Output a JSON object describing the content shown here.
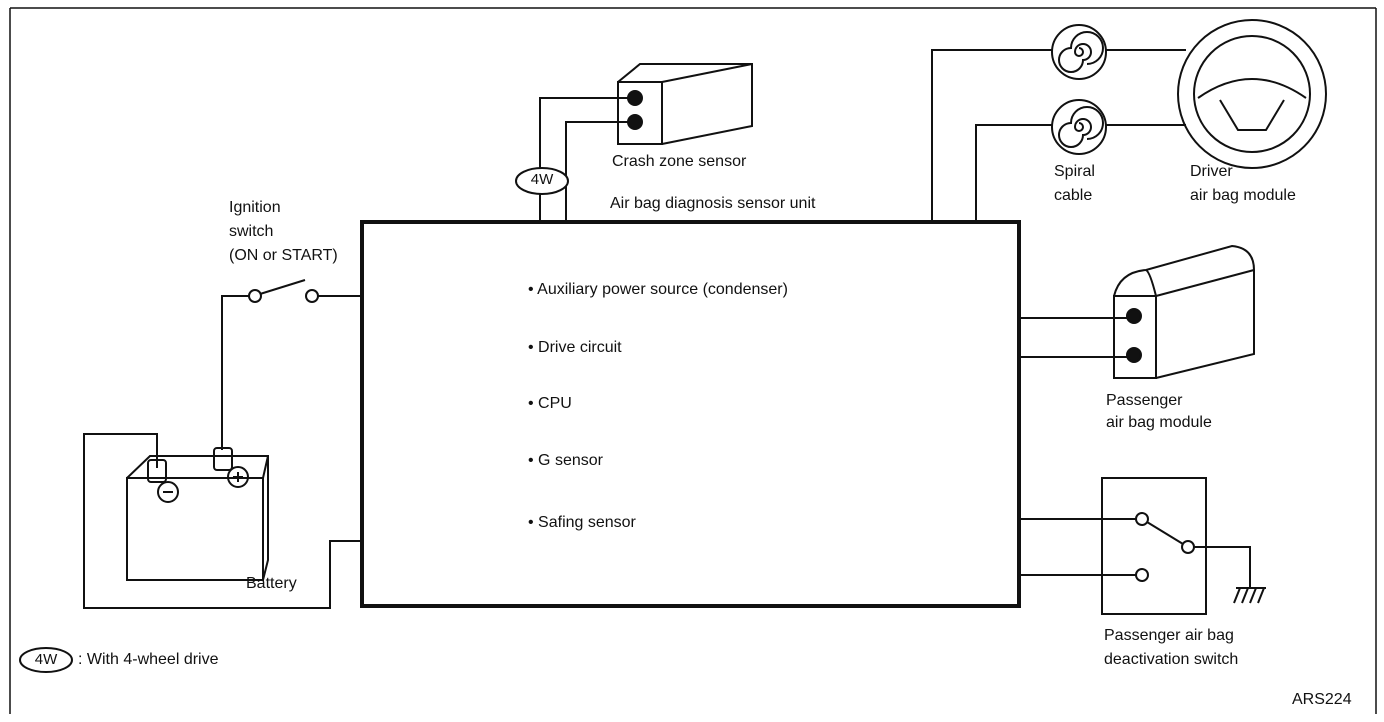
{
  "components": {
    "ignition_switch": [
      "Ignition",
      "switch",
      "(ON or START)"
    ],
    "battery": "Battery",
    "crash_zone_sensor": "Crash zone sensor",
    "four_wheel_tag": "4W",
    "diagnosis_unit": {
      "title": "Air bag diagnosis sensor unit",
      "features": [
        "• Auxiliary power source (condenser)",
        "• Drive circuit",
        "• CPU",
        "• G sensor",
        "• Safing sensor"
      ]
    },
    "spiral_cable": [
      "Spiral",
      "cable"
    ],
    "driver_air_bag_module": [
      "Driver",
      "air bag module"
    ],
    "passenger_air_bag_module": [
      "Passenger",
      "air bag module"
    ],
    "passenger_deactivation_switch": [
      "Passenger air bag",
      "deactivation switch"
    ]
  },
  "legend": {
    "symbol": "4W",
    "text": ": With 4-wheel drive"
  },
  "figure_id": "ARS224"
}
